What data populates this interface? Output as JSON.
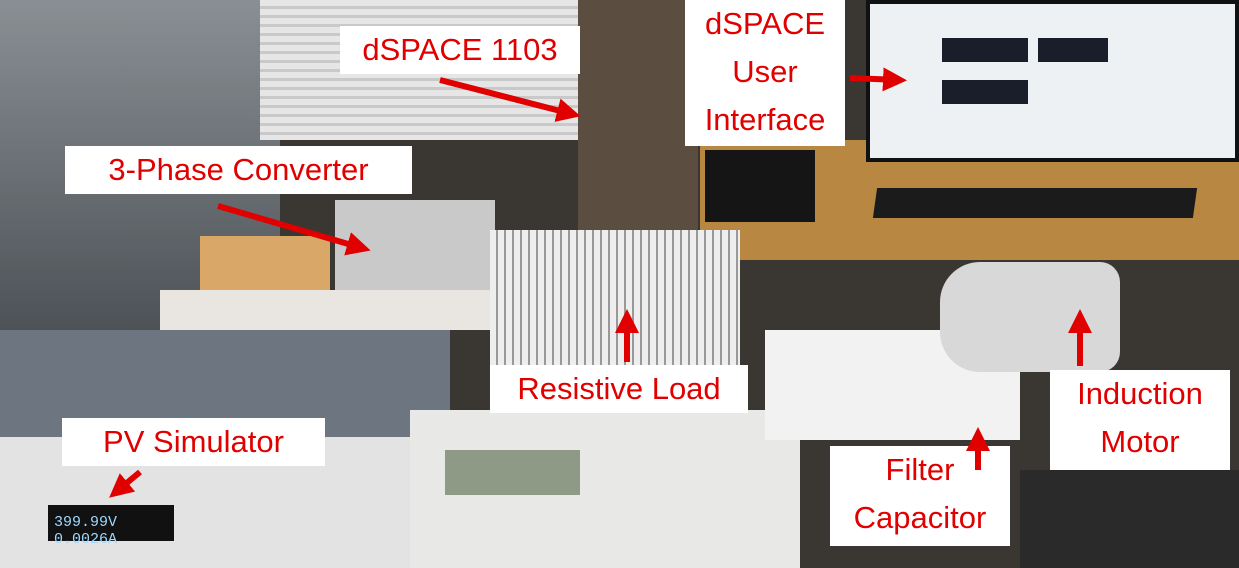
{
  "labels": {
    "dspace_1103": "dSPACE 1103",
    "dspace_ui": [
      "dSPACE",
      "User",
      "Interface"
    ],
    "converter": "3-Phase Converter",
    "resistive_load": "Resistive Load",
    "pv_simulator": "PV Simulator",
    "induction_motor": [
      "Induction",
      "Motor"
    ],
    "filter_capacitor": [
      "Filter",
      "Capacitor"
    ]
  },
  "pv_display": "399.99V 0.0026A",
  "colors": {
    "annotation": "#e00000",
    "label_bg": "#ffffff"
  }
}
